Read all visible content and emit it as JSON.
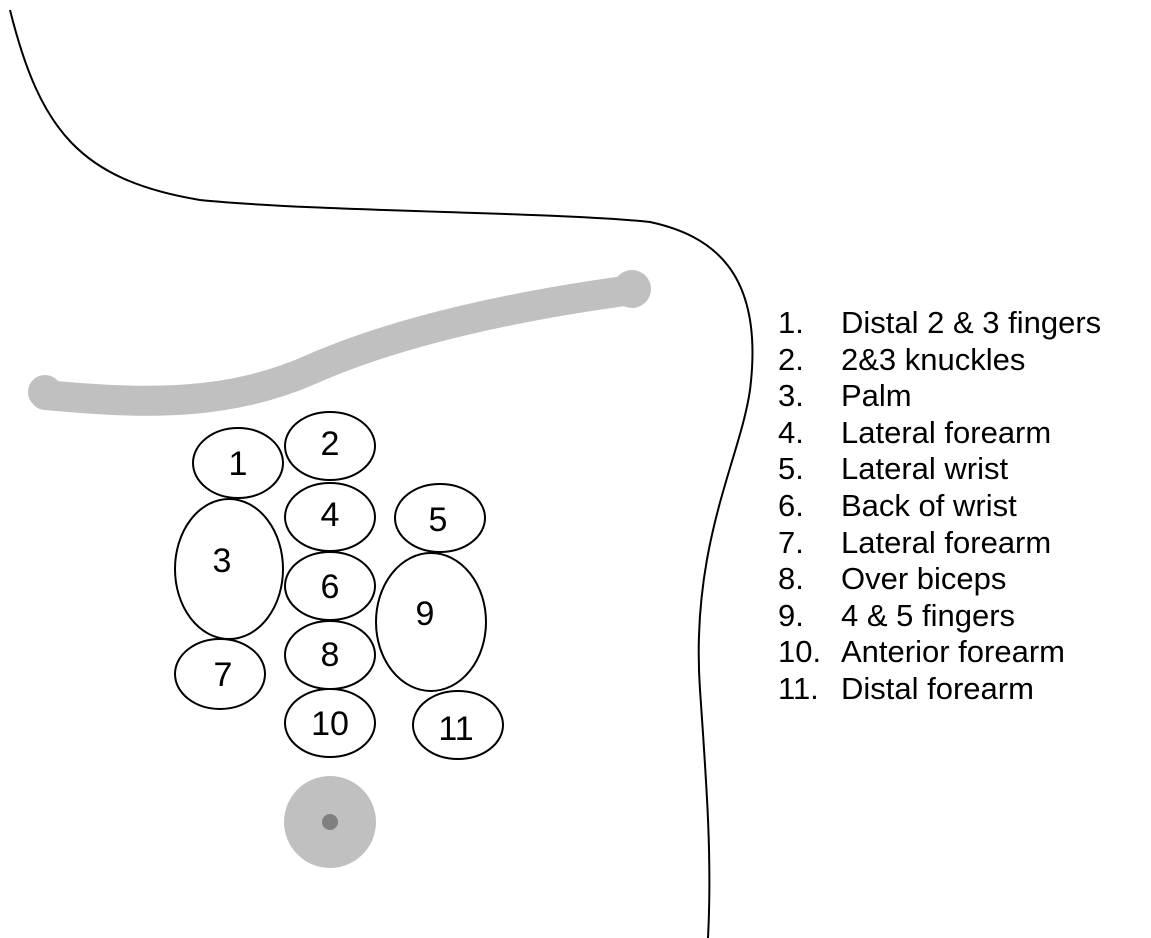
{
  "diagram": {
    "colors": {
      "outline": "#000000",
      "band": "#c0c0c0",
      "disc": "#c0c0c0",
      "disc_center": "#808080",
      "background": "#ffffff"
    },
    "zones": [
      {
        "id": "1",
        "label": "1"
      },
      {
        "id": "2",
        "label": "2"
      },
      {
        "id": "3",
        "label": "3"
      },
      {
        "id": "4",
        "label": "4"
      },
      {
        "id": "5",
        "label": "5"
      },
      {
        "id": "6",
        "label": "6"
      },
      {
        "id": "7",
        "label": "7"
      },
      {
        "id": "8",
        "label": "8"
      },
      {
        "id": "9",
        "label": "9"
      },
      {
        "id": "10",
        "label": "10"
      },
      {
        "id": "11",
        "label": "11"
      }
    ],
    "legend": [
      {
        "num": "1.",
        "text": "Distal 2 & 3 fingers"
      },
      {
        "num": "2.",
        "text": "2&3 knuckles"
      },
      {
        "num": "3.",
        "text": "Palm"
      },
      {
        "num": "4.",
        "text": "Lateral forearm"
      },
      {
        "num": "5.",
        "text": "Lateral wrist"
      },
      {
        "num": "6.",
        "text": "Back of wrist"
      },
      {
        "num": "7.",
        "text": "Lateral forearm"
      },
      {
        "num": "8.",
        "text": "Over biceps"
      },
      {
        "num": "9.",
        "text": "4 & 5 fingers"
      },
      {
        "num": "10.",
        "text": "Anterior forearm"
      },
      {
        "num": "11.",
        "text": "Distal forearm"
      }
    ]
  }
}
